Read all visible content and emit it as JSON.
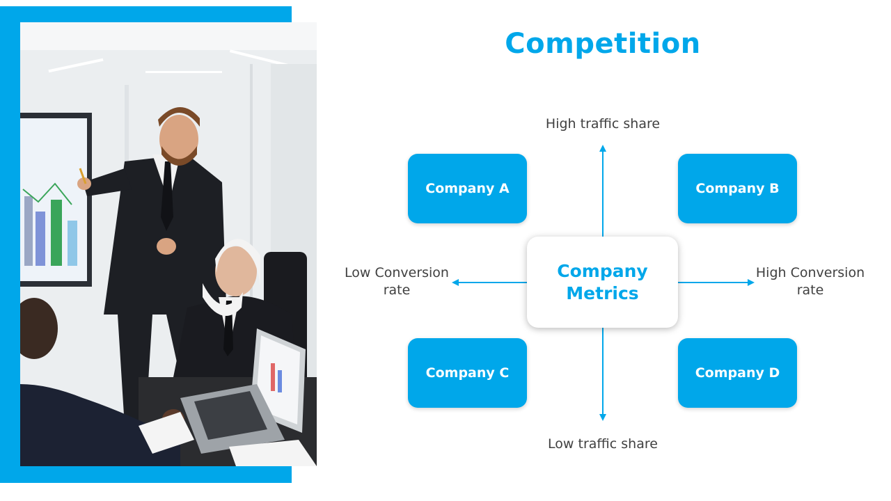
{
  "slide": {
    "title": "Competition",
    "accent_color": "#00a7ea"
  },
  "diagram": {
    "center": "Company Metrics",
    "axis": {
      "top": "High traffic share",
      "bottom": "Low traffic share",
      "left": "Low Conversion rate",
      "right": "High Conversion rate"
    },
    "quadrants": [
      {
        "label": "Company A"
      },
      {
        "label": "Company B"
      },
      {
        "label": "Company C"
      },
      {
        "label": "Company D"
      }
    ]
  },
  "photo": {
    "icon": "business-meeting-photo"
  }
}
